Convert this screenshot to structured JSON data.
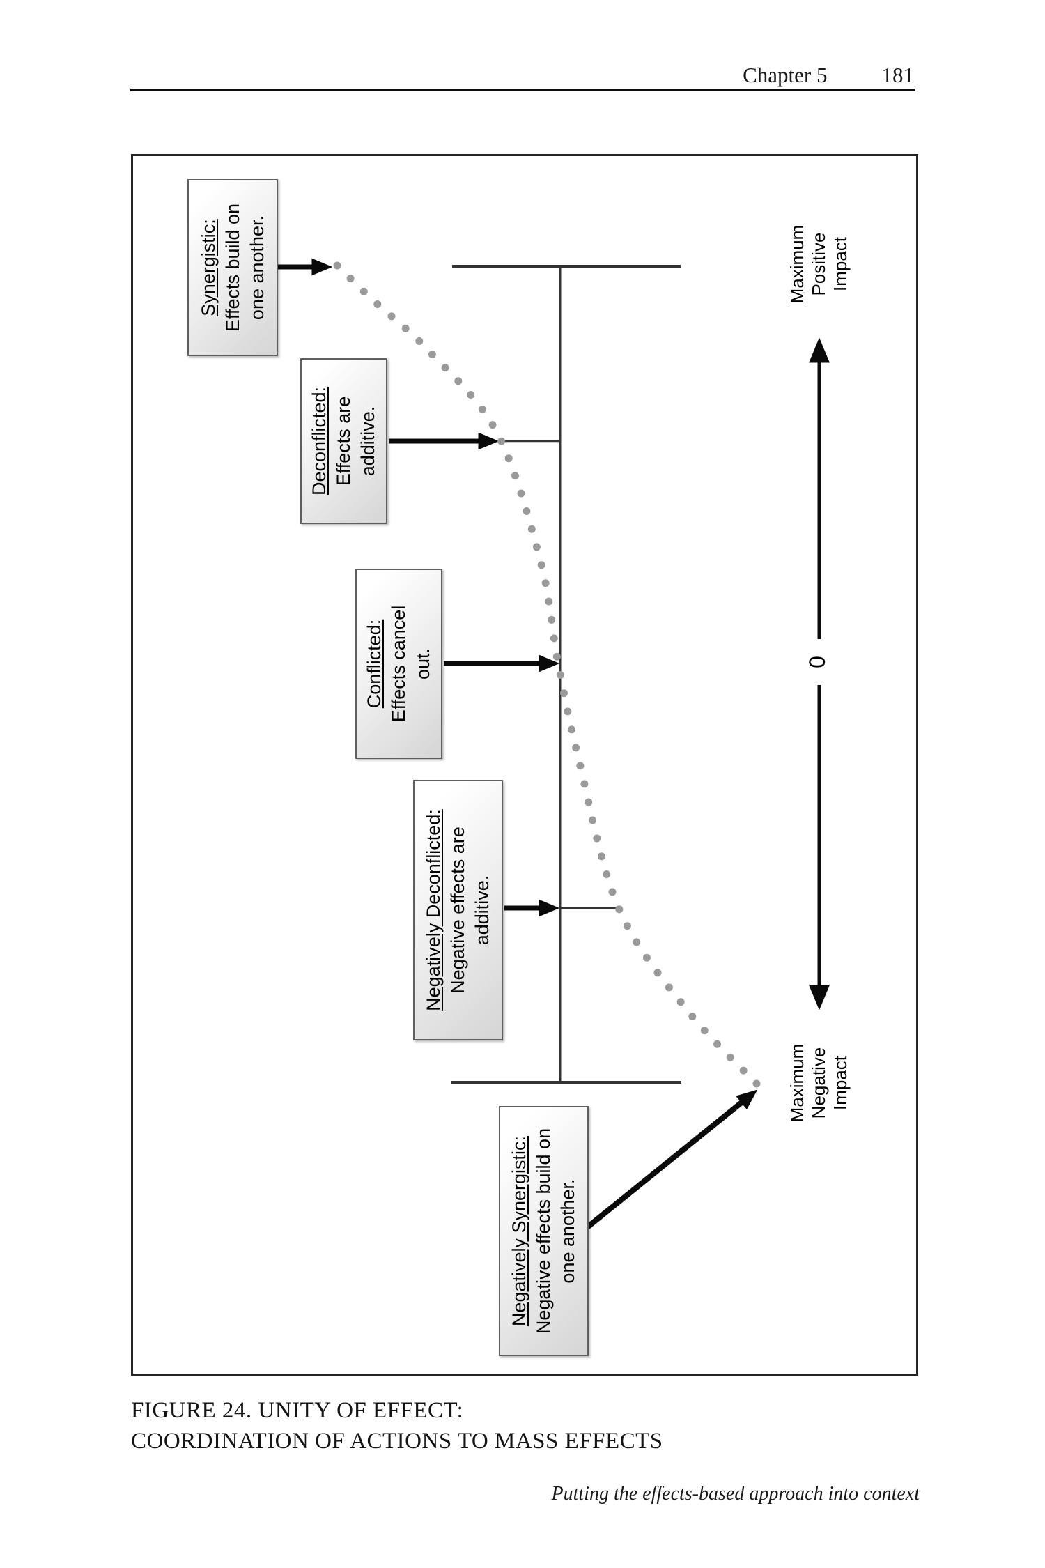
{
  "header": {
    "chapter": "Chapter 5",
    "page_number": "181"
  },
  "caption": {
    "line1": "FIGURE 24. UNITY OF EFFECT:",
    "line2": "COORDINATION OF ACTIONS TO MASS EFFECTS"
  },
  "footer": {
    "italic_note": "Putting the effects-based approach into context"
  },
  "figure": {
    "boxes": [
      {
        "title": "Synergistic:",
        "line1": "Effects build on",
        "line2": "one another."
      },
      {
        "title": "Deconflicted:",
        "line1": "Effects are",
        "line2": "additive."
      },
      {
        "title": "Conflicted:",
        "line1": "Effects cancel",
        "line2": "out."
      },
      {
        "title": "Negatively Deconflicted:",
        "line1": "Negative effects are",
        "line2": "additive."
      },
      {
        "title": "Negatively Synergistic:",
        "line1": "Negative effects build on",
        "line2": "one another."
      }
    ],
    "axis_labels": {
      "positive": {
        "l1": "Maximum",
        "l2": "Positive",
        "l3": "Impact"
      },
      "zero": "0",
      "negative": {
        "l1": "Maximum",
        "l2": "Negative",
        "l3": "Impact"
      }
    },
    "curve": {
      "points": [
        [
          416,
          895
        ],
        [
          522,
          795
        ],
        [
          668,
          697
        ],
        [
          880,
          640
        ],
        [
          1020,
          610
        ],
        [
          1165,
          585
        ],
        [
          1351,
          522
        ],
        [
          1468,
          424
        ],
        [
          1538,
          347
        ],
        [
          1590,
          293
        ]
      ],
      "dot_count": 52,
      "dot_radius": 5.5,
      "dot_color": "#9a9a9a"
    },
    "colors": {
      "line": "#333333",
      "arrow": "#0a0a0a"
    }
  }
}
